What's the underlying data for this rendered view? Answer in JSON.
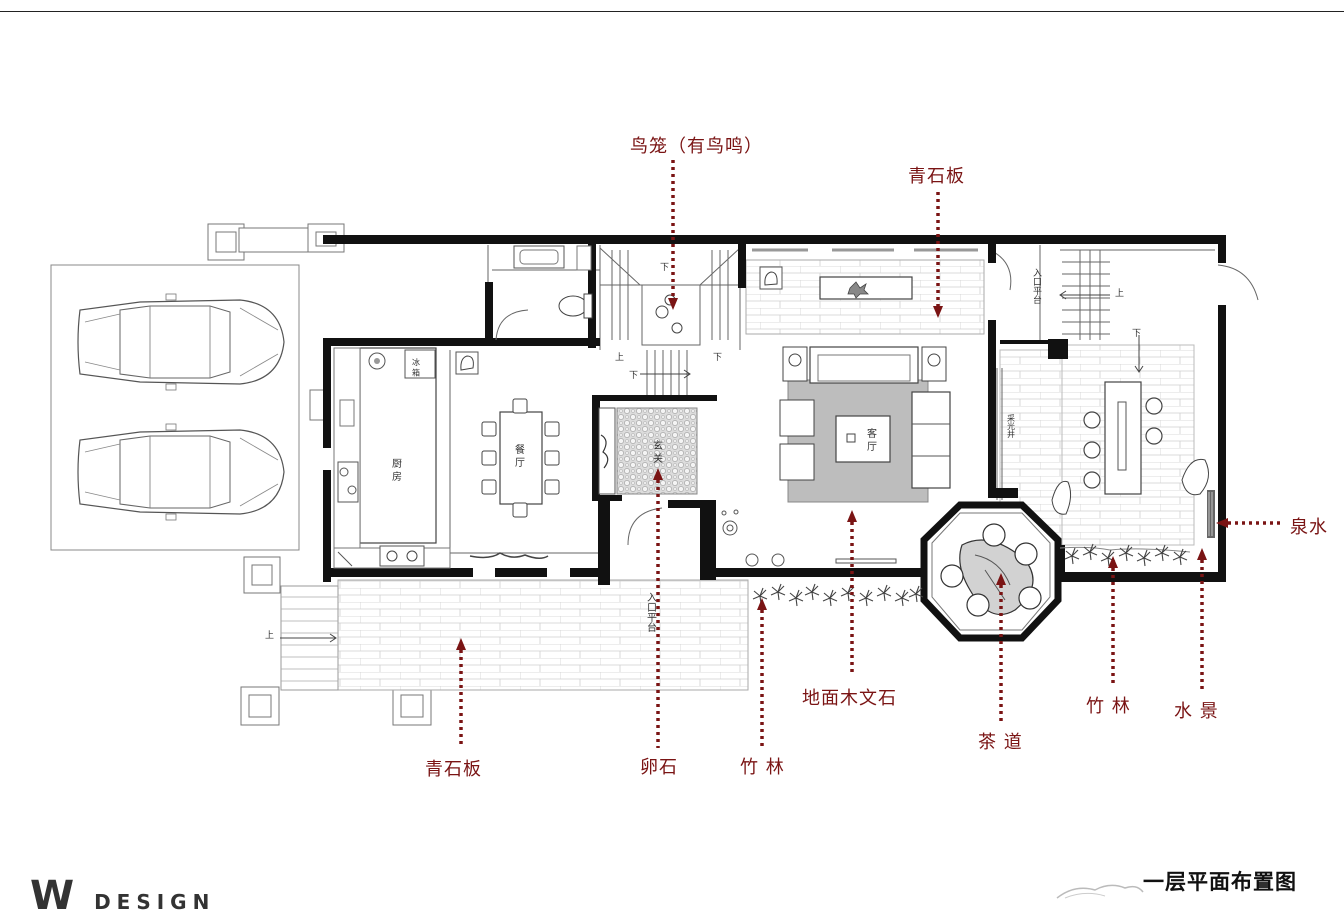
{
  "plan": {
    "title": "一层平面布置图",
    "brand": "W",
    "brand_rest": "DESIGN"
  },
  "rooms": {
    "kitchen": "厨 房",
    "dining": "餐 厅",
    "foyer": "玄 关",
    "living": "客 厅",
    "fridge": "冰 箱",
    "entry_platform_front": "入口平台",
    "entry_platform_right": "入口平台",
    "skylight_well": "采光井",
    "up_1": "上",
    "up_2": "上",
    "up_3": "上",
    "down_1": "下",
    "down_2": "下",
    "down_3": "下",
    "down_4": "下"
  },
  "callouts": {
    "birdcage": "鸟笼（有鸟鸣）",
    "bluestone_top": "青石板",
    "bluestone_bottom": "青石板",
    "pebbles": "卵石",
    "bamboo_1": "竹 林",
    "wood_stone": "地面木文石",
    "tea": "茶 道",
    "bamboo_2": "竹 林",
    "water": "水 景",
    "spring": "泉水"
  },
  "colors": {
    "wall": "#111111",
    "callout": "#7a1414",
    "rug": "#bdbdbd",
    "pebble": "#cfcfcf"
  }
}
